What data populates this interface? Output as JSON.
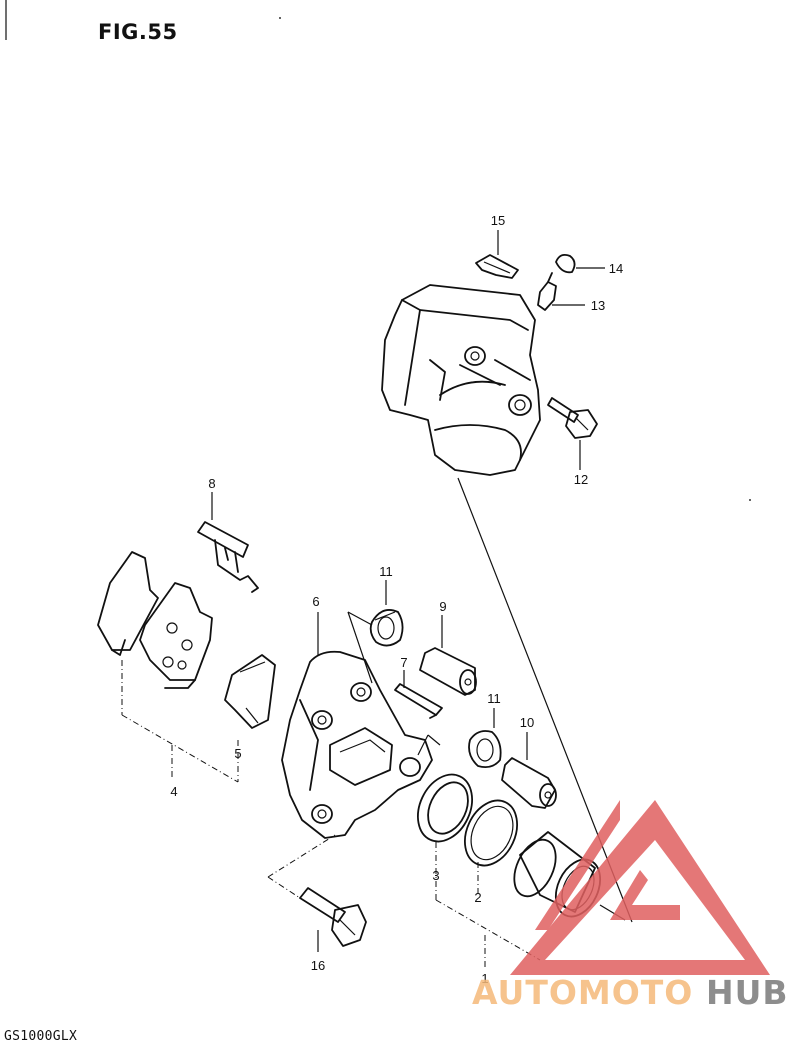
{
  "figure": {
    "title": "FIG.55",
    "model": "GS1000GLX"
  },
  "callouts": {
    "c1": "1",
    "c2": "2",
    "c3": "3",
    "c4": "4",
    "c5": "5",
    "c6": "6",
    "c7": "7",
    "c8": "8",
    "c9": "9",
    "c10": "10",
    "c11a": "11",
    "c11b": "11",
    "c12": "12",
    "c13": "13",
    "c14": "14",
    "c15": "15",
    "c16": "16"
  },
  "watermark": {
    "part1": "AUTOMOTO",
    "part2": "HUB",
    "color_accent": "#e06060",
    "color_text": "#f5b97a",
    "color_hub": "#7a7a7a"
  }
}
